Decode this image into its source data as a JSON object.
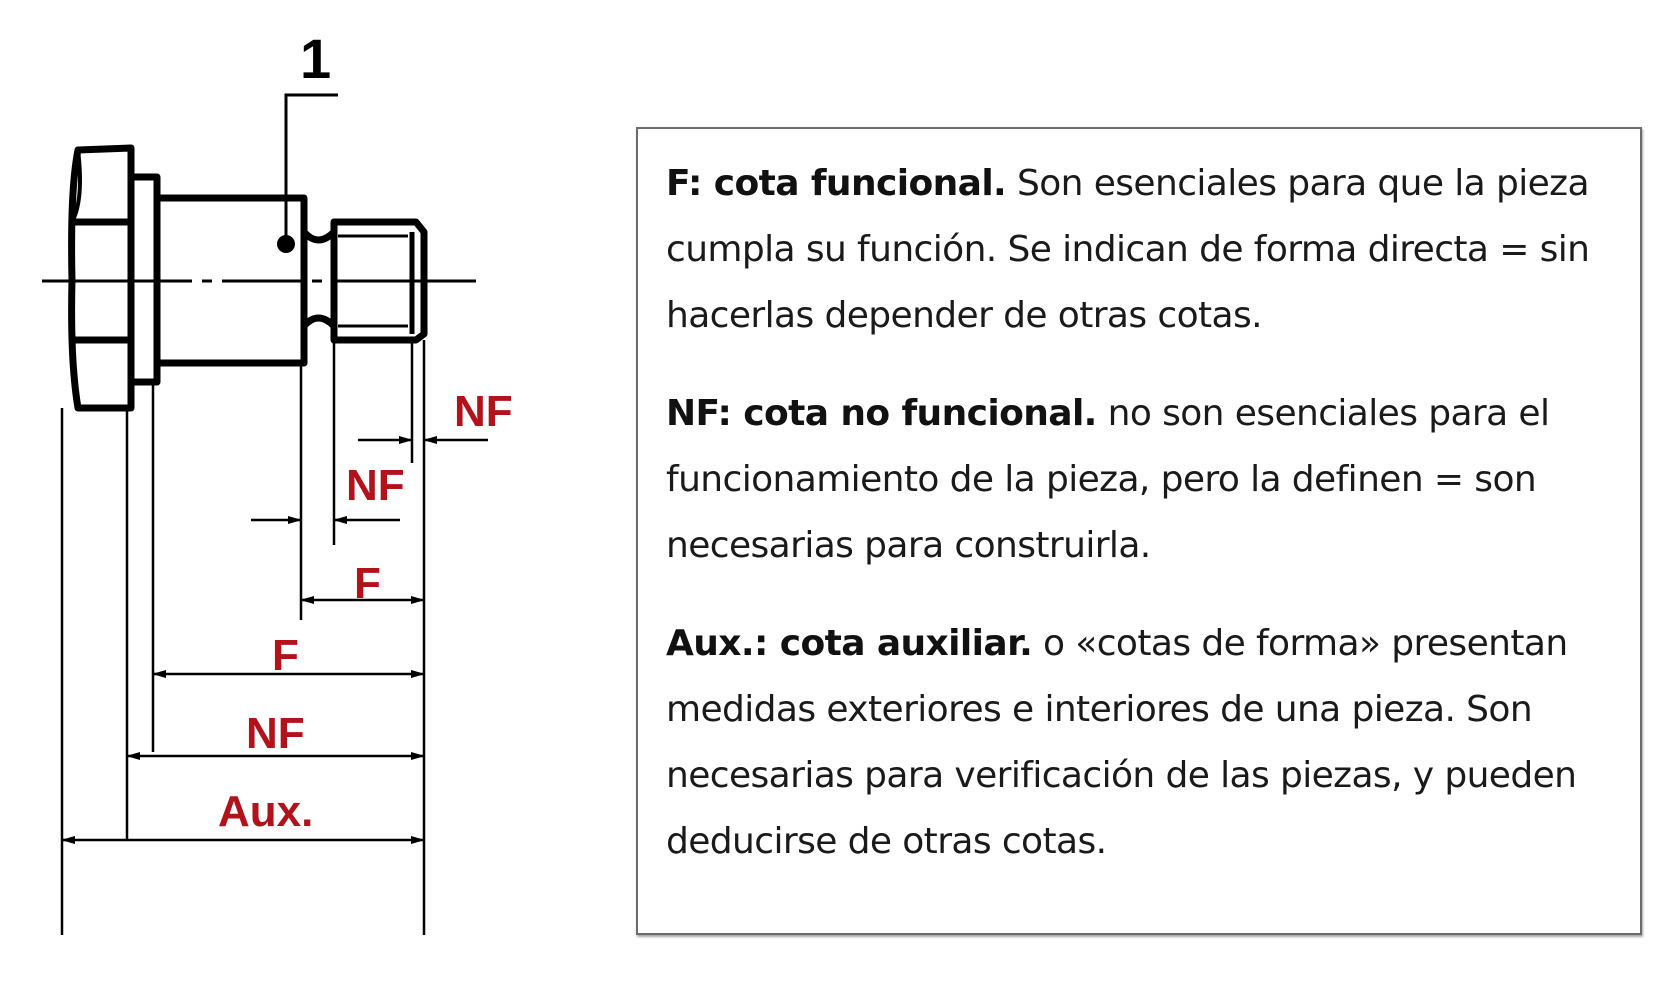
{
  "diagram": {
    "part_number_label": "1",
    "dimension_labels": {
      "nf_chamfer": "NF",
      "nf_groove": "NF",
      "f_thread": "F",
      "f_shank": "F",
      "nf_collar": "NF",
      "aux_total": "Aux."
    },
    "colors": {
      "line": "#000000",
      "dimension_text": "#b3121b"
    }
  },
  "legend": {
    "items": [
      {
        "term": "F: cota funcional.",
        "text": " Son esenciales para que la pieza cumpla su función. Se indican de forma directa = sin hacerlas depender de otras cotas."
      },
      {
        "term": "NF: cota no funcional.",
        "text": " no son esenciales para el funcionamiento de la pieza, pero la definen = son necesarias para construirla."
      },
      {
        "term": "Aux.: cota auxiliar.",
        "text": " o «cotas de forma» presentan medidas exteriores e interiores de una pieza. Son necesarias para verificación de las piezas, y pueden deducirse de otras cotas."
      }
    ]
  }
}
